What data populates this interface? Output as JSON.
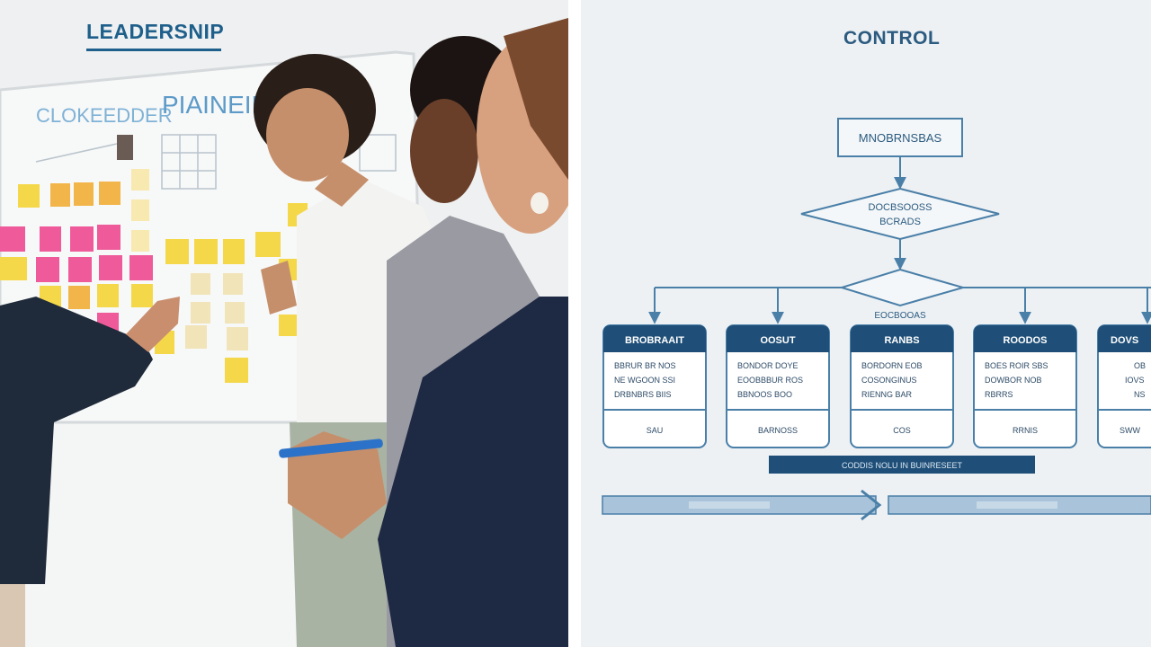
{
  "left_panel": {
    "title": "LEADERSNIP",
    "board_words": [
      "CLOKEEDDER",
      "PIAINEIN"
    ]
  },
  "right_panel": {
    "title": "CONTROL",
    "top_box": "MNOBRNSBAS",
    "diamond_label_lines": [
      "DOCBSOOSS",
      "BCRADS"
    ],
    "branch_label": "EOCBOOAS",
    "cards": [
      {
        "header": "BROBRAAIT",
        "lines": [
          "BBRUR BR NOS",
          "NE WGOON SSI",
          "DRBNBRS BIIS"
        ],
        "footer": "SAU"
      },
      {
        "header": "OOSUT",
        "lines": [
          "BONDOR DOYE",
          "EOOBBBUR ROS",
          "BBNOOS BOO"
        ],
        "footer": "BARNOSS"
      },
      {
        "header": "RANBS",
        "lines": [
          "BORDORN EOB",
          "COSONGINUS",
          "RIENNG BAR"
        ],
        "footer": "COS"
      },
      {
        "header": "ROODOS",
        "lines": [
          "BOES ROIR SBS",
          "DOWBOR NOB",
          "RBRRS"
        ],
        "footer": "RRNIS"
      },
      {
        "header": "DOVS",
        "lines": [
          "OB",
          "IOVS",
          "NS"
        ],
        "footer": "SWW"
      }
    ],
    "bar_label": "CODDIS NOLU IN BUINRESEET"
  },
  "colors": {
    "navy": "#1f4f78",
    "diagram_blue": "#4a7fa8",
    "light_arrow": "#a9c4da",
    "sticky_yellow": "#f4d84a",
    "sticky_pink": "#ef5a9a",
    "sticky_orange": "#f2b54a"
  }
}
